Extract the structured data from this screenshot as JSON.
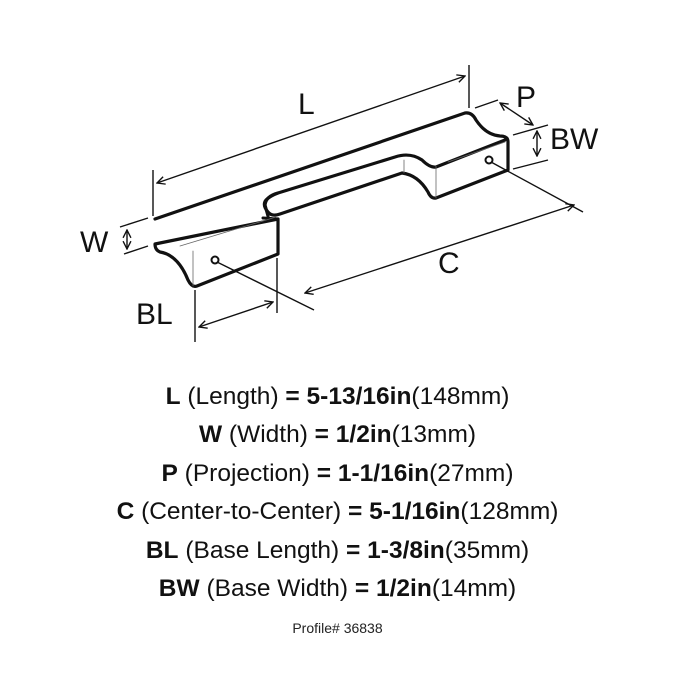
{
  "diagram": {
    "labels": {
      "L": "L",
      "P": "P",
      "BW": "BW",
      "W": "W",
      "C": "C",
      "BL": "BL"
    }
  },
  "specs": [
    {
      "code": "L",
      "name": "(Length)",
      "eq": "=",
      "inch": "5-13/16in",
      "mm": "(148mm)"
    },
    {
      "code": "W",
      "name": "(Width)",
      "eq": "=",
      "inch": "1/2in",
      "mm": "(13mm)"
    },
    {
      "code": "P",
      "name": "(Projection)",
      "eq": "=",
      "inch": "1-1/16in",
      "mm": "(27mm)"
    },
    {
      "code": "C",
      "name": "(Center-to-Center)",
      "eq": "=",
      "inch": "5-1/16in",
      "mm": "(128mm)"
    },
    {
      "code": "BL",
      "name": "(Base Length)",
      "eq": "=",
      "inch": "1-3/8in",
      "mm": "(35mm)"
    },
    {
      "code": "BW",
      "name": "(Base Width)",
      "eq": "=",
      "inch": "1/2in",
      "mm": "(14mm)"
    }
  ],
  "profile": "Profile# 36838"
}
